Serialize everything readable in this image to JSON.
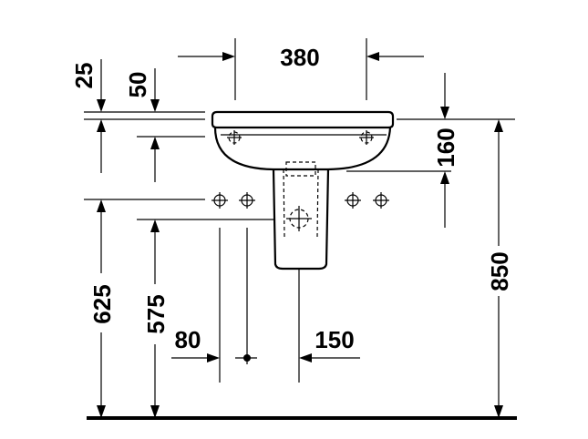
{
  "dimensions": {
    "width_380": "380",
    "offset_25": "25",
    "offset_50": "50",
    "height_160": "160",
    "height_850": "850",
    "height_625": "625",
    "height_575": "575",
    "offset_80": "80",
    "offset_150": "150"
  }
}
